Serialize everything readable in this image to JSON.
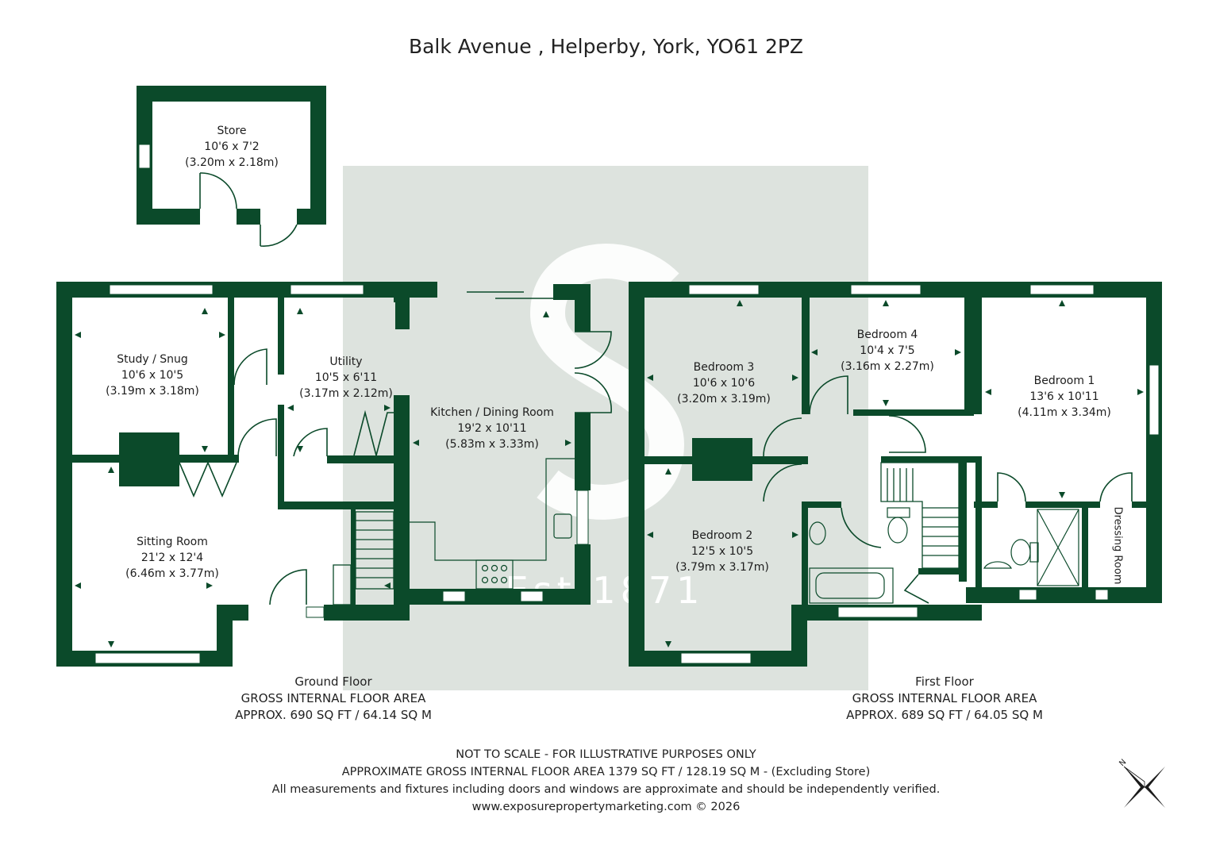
{
  "header": {
    "address": "Balk Avenue , Helperby, York, YO61 2PZ"
  },
  "colors": {
    "wall": "#0b4a2a",
    "watermark_box": "#dde3de",
    "watermark_logo": "#ffffff",
    "text": "#1a1a1a"
  },
  "icons": {
    "logo": "s-monogram-logo",
    "compass": "compass-rose-icon"
  },
  "watermark": {
    "established": "Est 1871"
  },
  "rooms": {
    "store": {
      "name": "Store",
      "imperial": "10'6 x 7'2",
      "metric": "(3.20m x 2.18m)"
    },
    "study": {
      "name": "Study / Snug",
      "imperial": "10'6 x 10'5",
      "metric": "(3.19m x 3.18m)"
    },
    "utility": {
      "name": "Utility",
      "imperial": "10'5 x 6'11",
      "metric": "(3.17m x 2.12m)"
    },
    "kitchen": {
      "name": "Kitchen / Dining Room",
      "imperial": "19'2 x 10'11",
      "metric": "(5.83m x 3.33m)"
    },
    "sitting": {
      "name": "Sitting Room",
      "imperial": "21'2 x 12'4",
      "metric": "(6.46m x 3.77m)"
    },
    "bedroom3": {
      "name": "Bedroom 3",
      "imperial": "10'6 x 10'6",
      "metric": "(3.20m x 3.19m)"
    },
    "bedroom4": {
      "name": "Bedroom 4",
      "imperial": "10'4 x 7'5",
      "metric": "(3.16m x 2.27m)"
    },
    "bedroom1": {
      "name": "Bedroom 1",
      "imperial": "13'6 x 10'11",
      "metric": "(4.11m x 3.34m)"
    },
    "bedroom2": {
      "name": "Bedroom 2",
      "imperial": "12'5 x 10'5",
      "metric": "(3.79m x 3.17m)"
    },
    "dressing": {
      "name": "Dressing Room"
    }
  },
  "floors": {
    "ground": {
      "name": "Ground Floor",
      "area_label": "GROSS INTERNAL FLOOR AREA",
      "area_value": "APPROX. 690 SQ FT / 64.14 SQ M"
    },
    "first": {
      "name": "First Floor",
      "area_label": "GROSS INTERNAL FLOOR AREA",
      "area_value": "APPROX. 689 SQ FT / 64.05 SQ M"
    }
  },
  "footer": {
    "line1": "NOT TO SCALE - FOR ILLUSTRATIVE PURPOSES ONLY",
    "line2": "APPROXIMATE GROSS INTERNAL FLOOR AREA 1379 SQ FT / 128.19 SQ M - (Excluding Store)",
    "line3": "All measurements and fixtures including doors and windows are approximate and should be independently verified.",
    "line4": "www.exposurepropertymarketing.com © 2026"
  },
  "compass": {
    "north_label": "N"
  }
}
